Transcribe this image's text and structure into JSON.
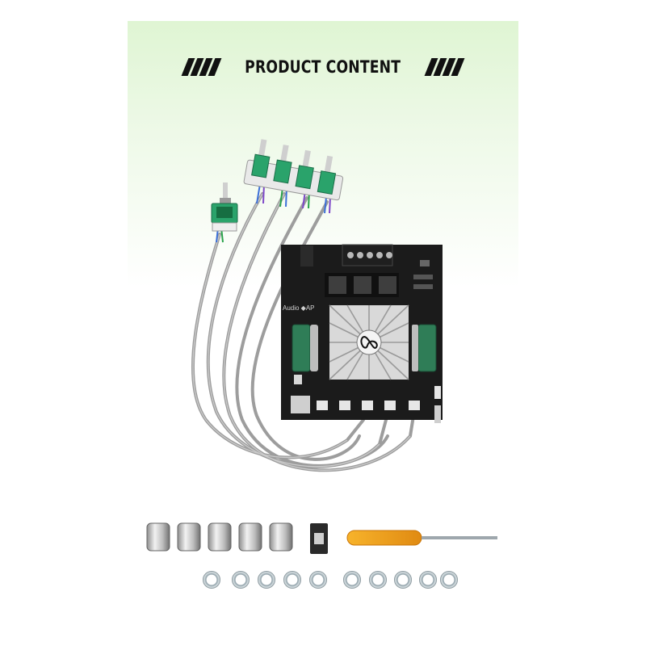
{
  "header": {
    "title": "PRODUCT CONTENT",
    "left_ornament": "stripes-ornament",
    "right_ornament": "stripes-ornament"
  },
  "board": {
    "silkscreen_label": "Audio ◆AP"
  },
  "colors": {
    "background_top": "#dff5d3",
    "board": "#1b1b1b",
    "heatsink": "#d9d9d9",
    "knob_pcb": "#2aa36b",
    "cable": "#a8a8a8",
    "capacitor": "#2f7d57",
    "screwdriver_handle": "#f0a020"
  },
  "accessories": {
    "knob_caps": 5,
    "washers": 10,
    "screwdriver": 1,
    "clip": 1
  }
}
